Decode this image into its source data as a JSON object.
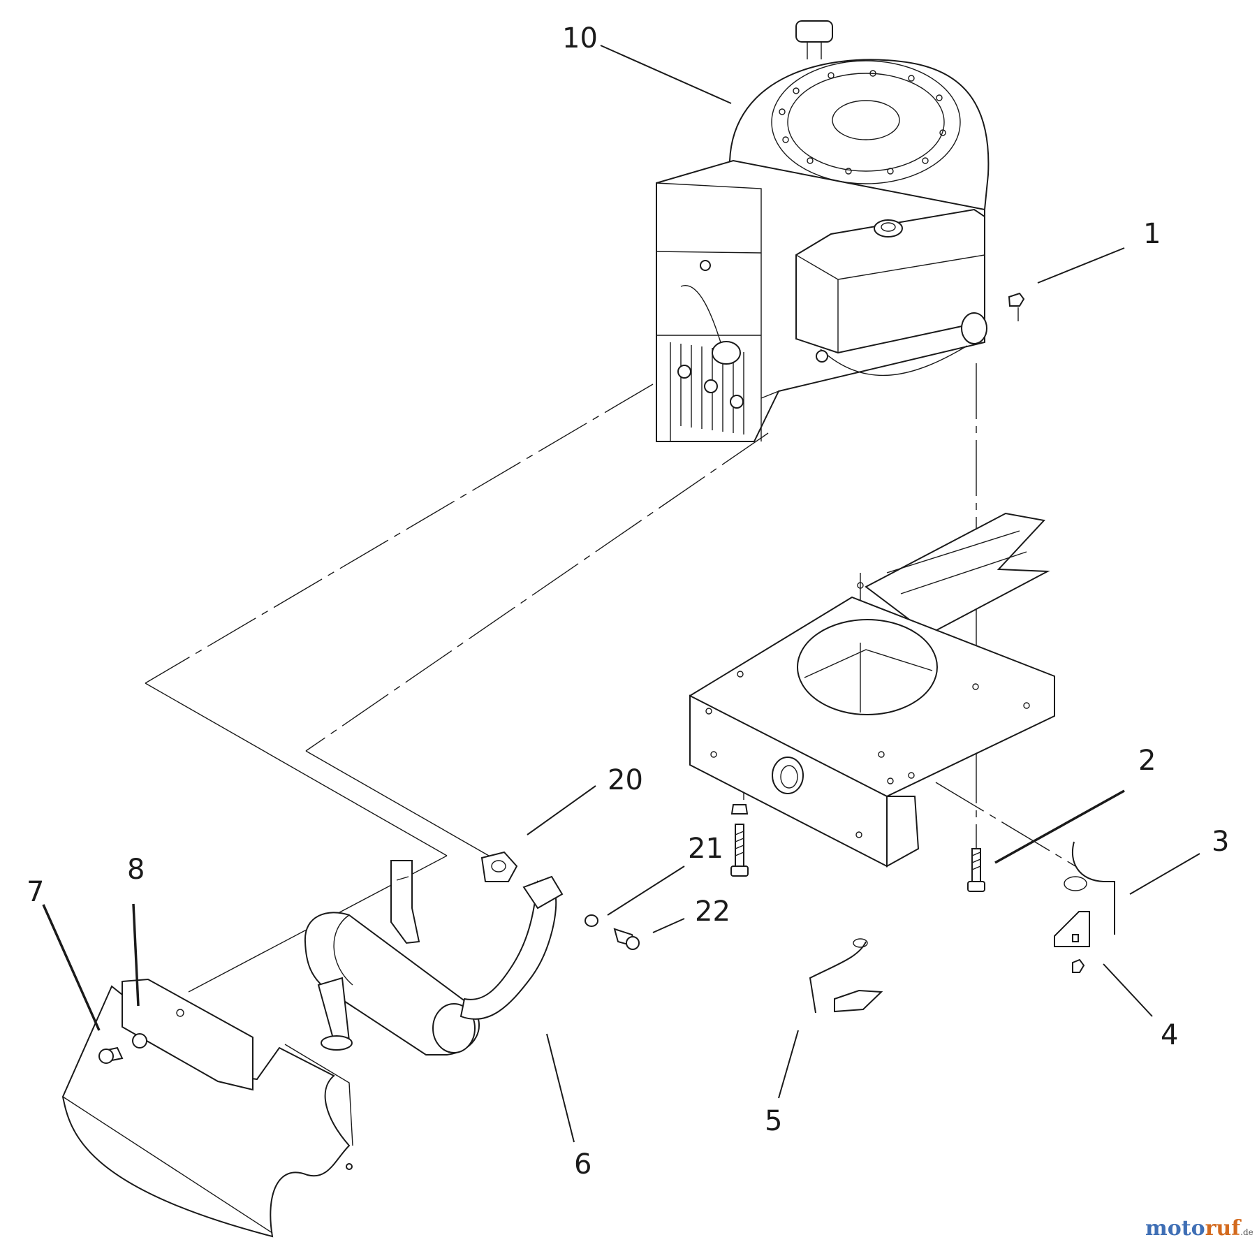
{
  "callouts": {
    "c1": "1",
    "c2": "2",
    "c3": "3",
    "c4": "4",
    "c5": "5",
    "c6": "6",
    "c7": "7",
    "c8": "8",
    "c10": "10",
    "c20": "20",
    "c21": "21",
    "c22": "22"
  },
  "watermark": {
    "part1": "moto",
    "part2": "ruf",
    "suffix": ".de",
    "color1": "#3f6fb5",
    "color2": "#d36a1e"
  }
}
